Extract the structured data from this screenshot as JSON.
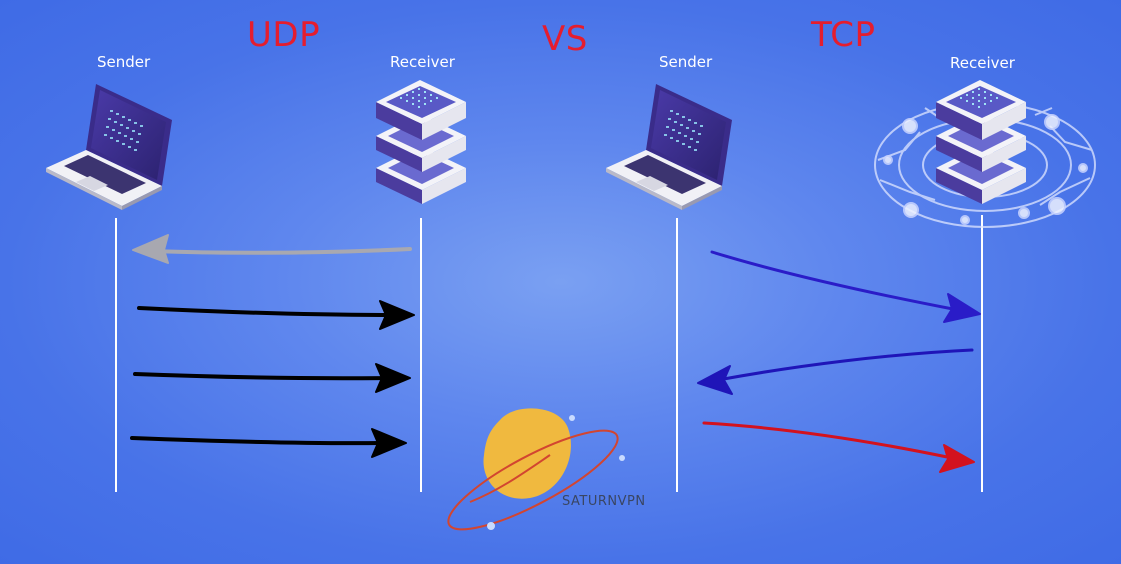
{
  "headings": {
    "left": "UDP",
    "middle": "VS",
    "right": "TCP"
  },
  "udp": {
    "sender_label": "Sender",
    "receiver_label": "Receiver"
  },
  "tcp": {
    "sender_label": "Sender",
    "receiver_label": "Receiver"
  },
  "brand": {
    "text": "SATURNVPN"
  },
  "colors": {
    "background": "#5a82ec",
    "heading": "#e51d2e",
    "udp_ack_arrow": "#a8a8b0",
    "udp_data_arrow": "#000000",
    "tcp_data_arrow": "#2a1cc8",
    "tcp_ack_arrow": "#1f15b8",
    "tcp_retransmit_arrow": "#d3121e",
    "planet_body": "#f0b93f",
    "planet_ring": "#d24530"
  },
  "icons": {
    "udp_sender": "laptop-icon",
    "udp_receiver": "server-stack-icon",
    "tcp_sender": "laptop-icon",
    "tcp_receiver": "server-network-icon",
    "brand_logo": "saturn-planet-icon"
  }
}
